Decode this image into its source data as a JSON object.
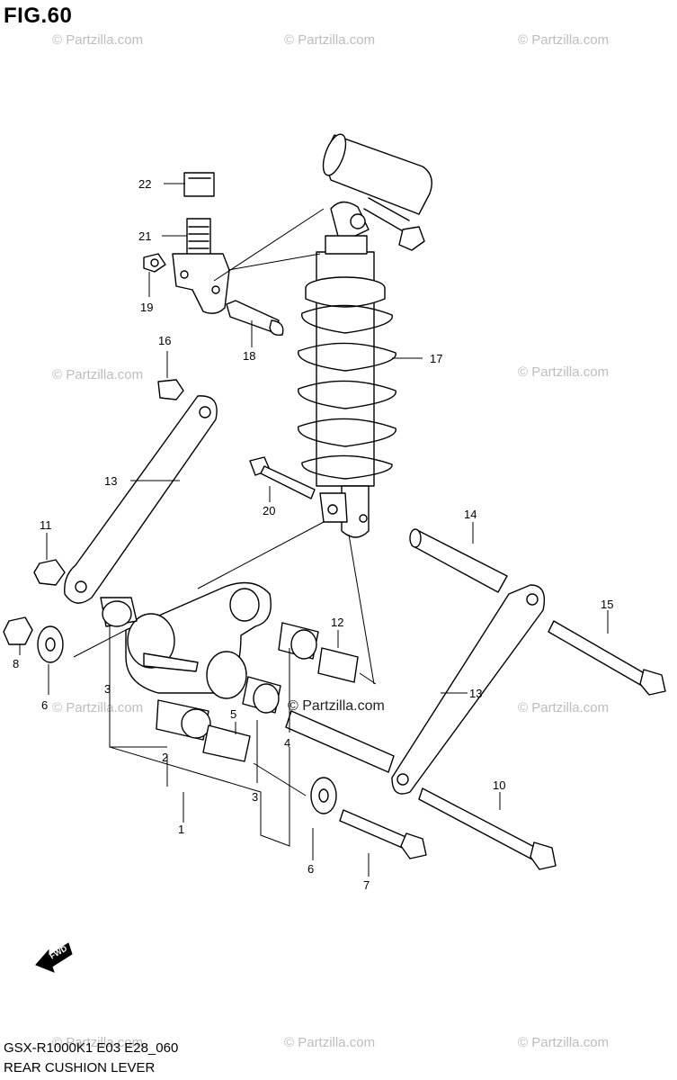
{
  "figure": {
    "title": "FIG.60",
    "footer_model": "GSX-R1000K1 E03 E28_060",
    "footer_name": "REAR CUSHION LEVER"
  },
  "watermarks": {
    "text": "© Partzilla.com",
    "center_text": "© Partzilla.com"
  },
  "parts": {
    "p1": "1",
    "p2": "2",
    "p3a": "3",
    "p3b": "3",
    "p4": "4",
    "p5": "5",
    "p6a": "6",
    "p6b": "6",
    "p7": "7",
    "p8": "8",
    "p10": "10",
    "p11": "11",
    "p12": "12",
    "p13a": "13",
    "p13b": "13",
    "p14": "14",
    "p15": "15",
    "p16": "16",
    "p17": "17",
    "p18": "18",
    "p19": "19",
    "p20": "20",
    "p21": "21",
    "p22": "22"
  },
  "fwd_label": "FWD"
}
